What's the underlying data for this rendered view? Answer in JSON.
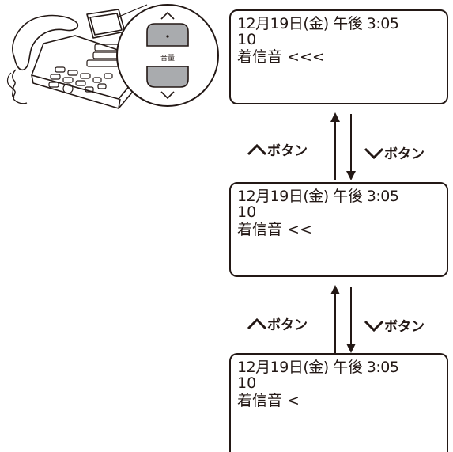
{
  "phone_panel": {
    "volume_label": "音量"
  },
  "screens": [
    {
      "line1": "12月19日(金)  午後 3:05",
      "line2": "10",
      "line3": "着信音 <<<"
    },
    {
      "line1": "12月19日(金)  午後 3:05",
      "line2": "10",
      "line3": "着信音 <<"
    },
    {
      "line1": "12月19日(金)  午後 3:05",
      "line2": "10",
      "line3": "着信音 <"
    }
  ],
  "transitions": [
    {
      "up_label": "ボタン",
      "down_label": "ボタン"
    },
    {
      "up_label": "ボタン",
      "down_label": "ボタン"
    }
  ]
}
